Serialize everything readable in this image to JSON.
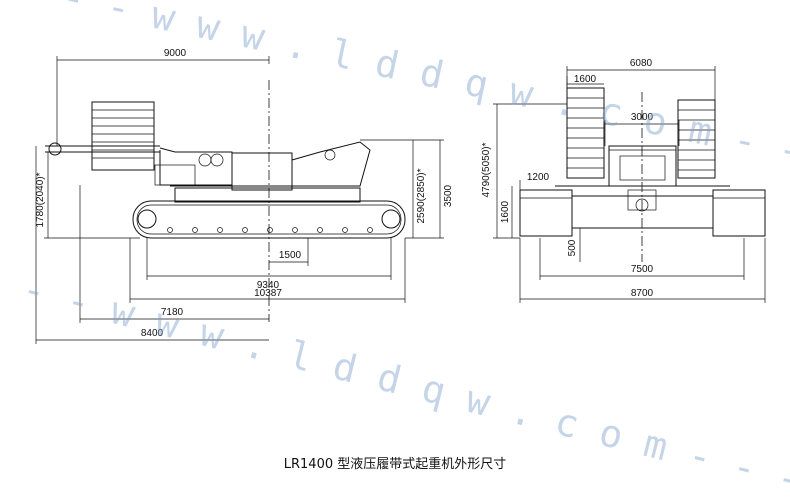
{
  "caption": "LR1400  型液压履带式起重机外形尺寸",
  "watermark": "- - w w w . l d d q w . c o m - - -",
  "side_view": {
    "dim_9000": "9000",
    "dim_1780": "1780(2040)*",
    "dim_2590": "2590(2850)*",
    "dim_3500": "3500",
    "dim_1500": "1500",
    "dim_9340": "9340",
    "dim_10387": "10387",
    "dim_7180": "7180",
    "dim_8400": "8400"
  },
  "rear_view": {
    "dim_1600_top": "1600",
    "dim_6080": "6080",
    "dim_3000": "3000",
    "dim_4790": "4790(5050)*",
    "dim_1200": "1200",
    "dim_1600_side": "1600",
    "dim_500": "500",
    "dim_7500": "7500",
    "dim_8700": "8700"
  }
}
